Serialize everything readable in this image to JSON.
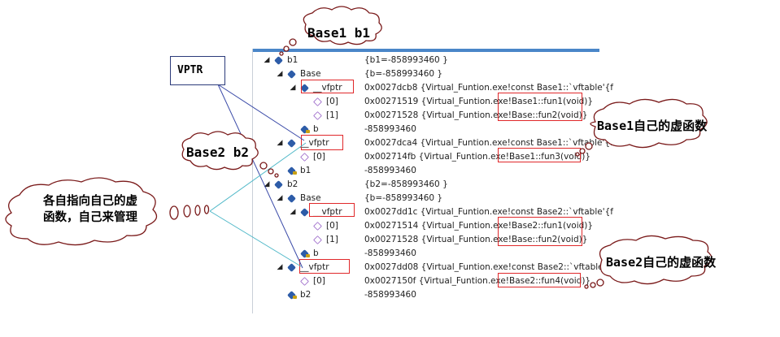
{
  "watch": {
    "rows": [
      {
        "arrow": "◢",
        "icon": "cube",
        "name": "b1",
        "value": "{b1=-858993460 }"
      },
      {
        "arrow": "◢",
        "icon": "cube",
        "name": "Base",
        "value": "{b=-858993460 }"
      },
      {
        "arrow": "◢",
        "icon": "cube",
        "name": "__vfptr",
        "value": "0x0027dcb8 {Virtual_Funtion.exe!const Base1::`vftable'{f"
      },
      {
        "arrow": "",
        "icon": "cube-light",
        "name": "[0]",
        "value": "0x00271519 {Virtual_Funtion.exe!Base1::fun1(void)}"
      },
      {
        "arrow": "",
        "icon": "cube-light",
        "name": "[1]",
        "value": "0x00271528 {Virtual_Funtion.exe!Base::fun2(void)}"
      },
      {
        "arrow": "",
        "icon": "cube-lock",
        "name": "b",
        "value": "-858993460"
      },
      {
        "arrow": "◢",
        "icon": "cube",
        "name": "__vfptr",
        "value": "0x0027dca4 {Virtual_Funtion.exe!const Base1::`vftable'{f"
      },
      {
        "arrow": "",
        "icon": "cube-light",
        "name": "[0]",
        "value": "0x002714fb {Virtual_Funtion.exe!Base1::fun3(void)}"
      },
      {
        "arrow": "",
        "icon": "cube-lock",
        "name": "b1",
        "value": "-858993460"
      },
      {
        "arrow": "◢",
        "icon": "cube",
        "name": "b2",
        "value": "{b2=-858993460 }"
      },
      {
        "arrow": "◢",
        "icon": "cube",
        "name": "Base",
        "value": "{b=-858993460 }"
      },
      {
        "arrow": "◢",
        "icon": "cube",
        "name": "__vfptr",
        "value": "0x0027dd1c {Virtual_Funtion.exe!const Base2::`vftable'{f"
      },
      {
        "arrow": "",
        "icon": "cube-light",
        "name": "[0]",
        "value": "0x00271514 {Virtual_Funtion.exe!Base2::fun1(void)}"
      },
      {
        "arrow": "",
        "icon": "cube-light",
        "name": "[1]",
        "value": "0x00271528 {Virtual_Funtion.exe!Base::fun2(void)}"
      },
      {
        "arrow": "",
        "icon": "cube-lock",
        "name": "b",
        "value": "-858993460"
      },
      {
        "arrow": "◢",
        "icon": "cube",
        "name": "__vfptr",
        "value": "0x0027dd08 {Virtual_Funtion.exe!const Base2::`vftable'{f"
      },
      {
        "arrow": "",
        "icon": "cube-light",
        "name": "[0]",
        "value": "0x0027150f {Virtual_Funtion.exe!Base2::fun4(void)}"
      },
      {
        "arrow": "",
        "icon": "cube-lock",
        "name": "b2",
        "value": "-858993460"
      }
    ]
  },
  "annotations": {
    "base1_b1": "Base1 b1",
    "base2_b2": "Base2 b2",
    "vptr": "VPTR",
    "base1_own": "Base1自己的虚函数",
    "base2_own": "Base2自己的虚函数",
    "each_points_line1": "各自指向自己的虚",
    "each_points_line2": "函数，自己来管理"
  },
  "colors": {
    "accent_bar": "#4a86c8",
    "highlight_box": "#e0282a",
    "pointer_line_blue": "#3a4aa8",
    "pointer_line_cyan": "#4fb8c8",
    "cloud_border": "#7a1a1a"
  }
}
